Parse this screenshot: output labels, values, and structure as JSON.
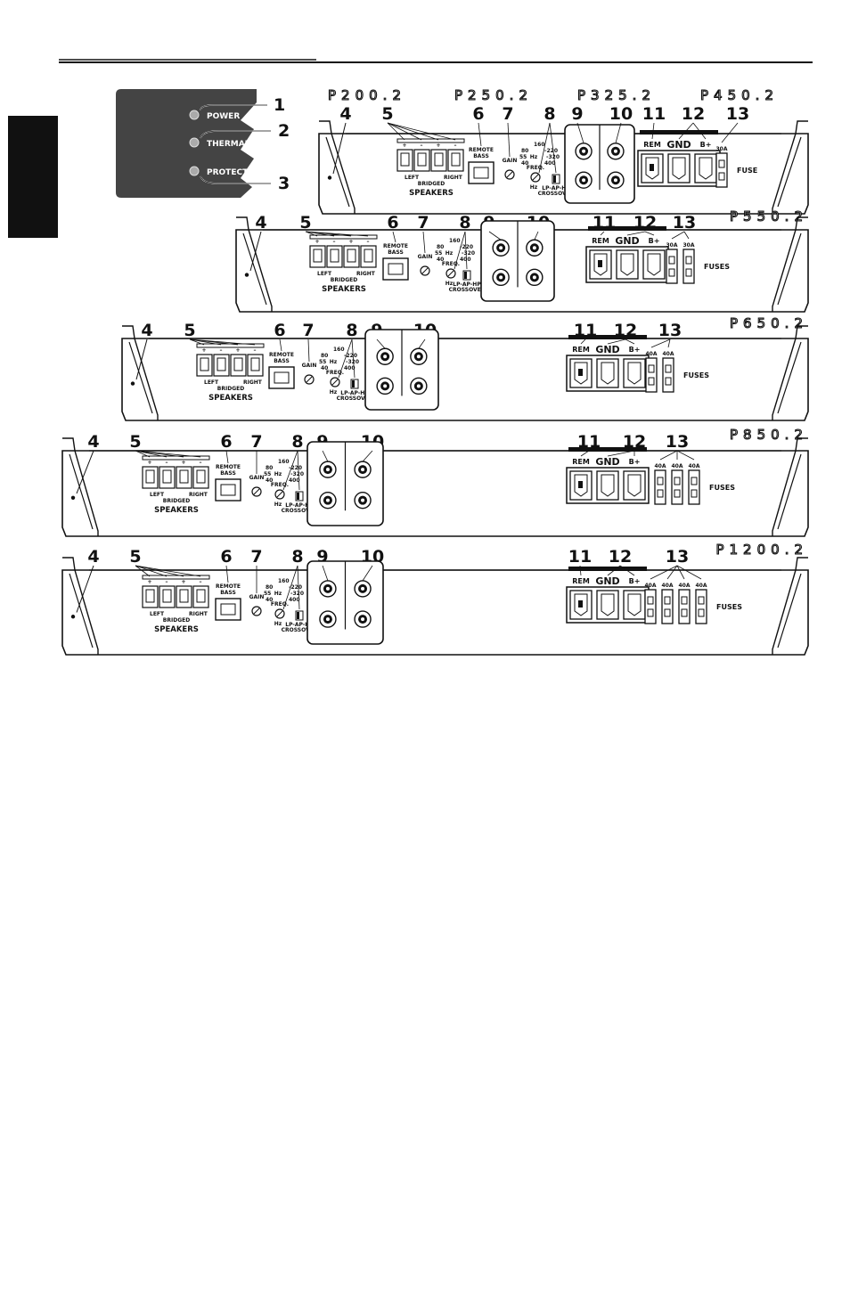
{
  "models_top": [
    "P200.2",
    "P250.2",
    "P325.2",
    "P450.2"
  ],
  "status_panel": {
    "leds": [
      "POWER",
      "THERMAL",
      "PROTECT"
    ],
    "callouts": [
      "1",
      "2",
      "3"
    ]
  },
  "callouts": [
    "4",
    "5",
    "6",
    "7",
    "8",
    "9",
    "10",
    "11",
    "12",
    "13"
  ],
  "labels": {
    "plus": "+",
    "minus": "–",
    "left": "LEFT",
    "right": "RIGHT",
    "bridged": "BRIDGED",
    "speakers": "SPEAKERS",
    "remote_bass": [
      "REMOTE",
      "BASS"
    ],
    "gain": "GAIN",
    "freq": "FREQ.",
    "hz": "Hz",
    "freq_scale": [
      "160",
      "80",
      "-220",
      "55",
      "-320",
      "40",
      "400"
    ],
    "crossover": [
      "LP-AP-HP",
      "CROSSOVER"
    ],
    "rem": "REM",
    "gnd": "GND",
    "bplus": "B+",
    "fuse": "FUSE",
    "fuses": "FUSES"
  },
  "amps": [
    {
      "model": "P200.2 P250.2 P325.2 P450.2",
      "fuse_rating": "30A",
      "fuse_count": 1,
      "fuse_label": "FUSE"
    },
    {
      "model": "P550.2",
      "fuse_rating": "30A",
      "fuse_count": 2,
      "fuse_label": "FUSES"
    },
    {
      "model": "P650.2",
      "fuse_rating": "40A",
      "fuse_count": 2,
      "fuse_label": "FUSES"
    },
    {
      "model": "P850.2",
      "fuse_rating": "40A",
      "fuse_count": 3,
      "fuse_label": "FUSES"
    },
    {
      "model": "P1200.2",
      "fuse_rating": "40A",
      "fuse_count": 4,
      "fuse_label": "FUSES"
    }
  ]
}
